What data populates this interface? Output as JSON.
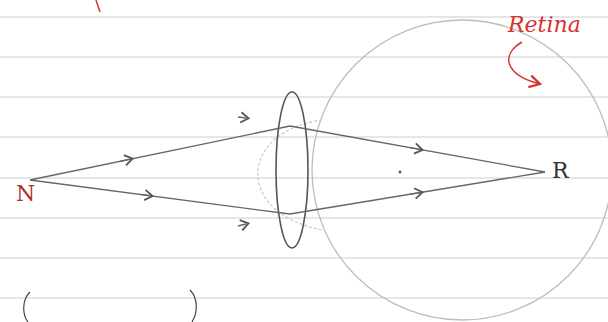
{
  "diagram": {
    "labels": [
      "Retina",
      "N",
      "R"
    ]
  }
}
